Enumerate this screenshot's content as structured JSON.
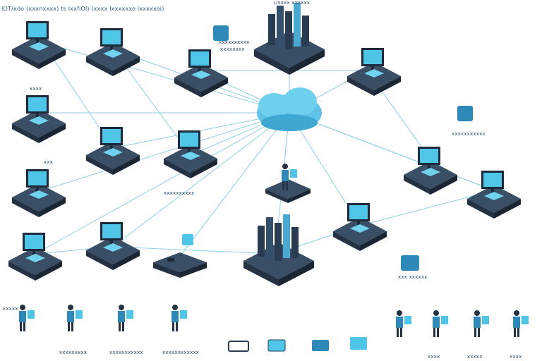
{
  "header": {
    "title": "IOT/xdo (xxxnxxxx) ts lxxfiOl) (xxxx lxxxxxxo lxxxxxoi)",
    "top_label": "Uxxxx xxxxxx"
  },
  "labels": {
    "feature_a": "xxxxxxxxxx",
    "feature_b": "xxxxxxxx",
    "left_1": "xxxx",
    "left_2": "xxx",
    "mid_badge": "xxxxxxxxxx",
    "right_badge": "xxxxxxxxxxx",
    "right_bottom": "xxx xxxxxx",
    "people_left_1": "xxxxx",
    "people_left_2": "xxxxxxxxx",
    "people_left_3": "xxxxxxxxxxx",
    "people_left_4": "xxxxxxxxxxxx",
    "people_right_1": "xxxx",
    "people_right_2": "xxxxx",
    "people_right_3": "xxxx"
  },
  "icons": {
    "cloud": "cloud-icon",
    "workstation": "computer-monitor-icon",
    "server": "server-rack-icon",
    "person": "person-icon",
    "device": "small-device-icon"
  },
  "colors": {
    "screen": "#4fc6e8",
    "platform_top": "#3a4e66",
    "platform_side": "#222f40",
    "cloud": "#5ec3e6",
    "link": "#7ac7e2"
  }
}
